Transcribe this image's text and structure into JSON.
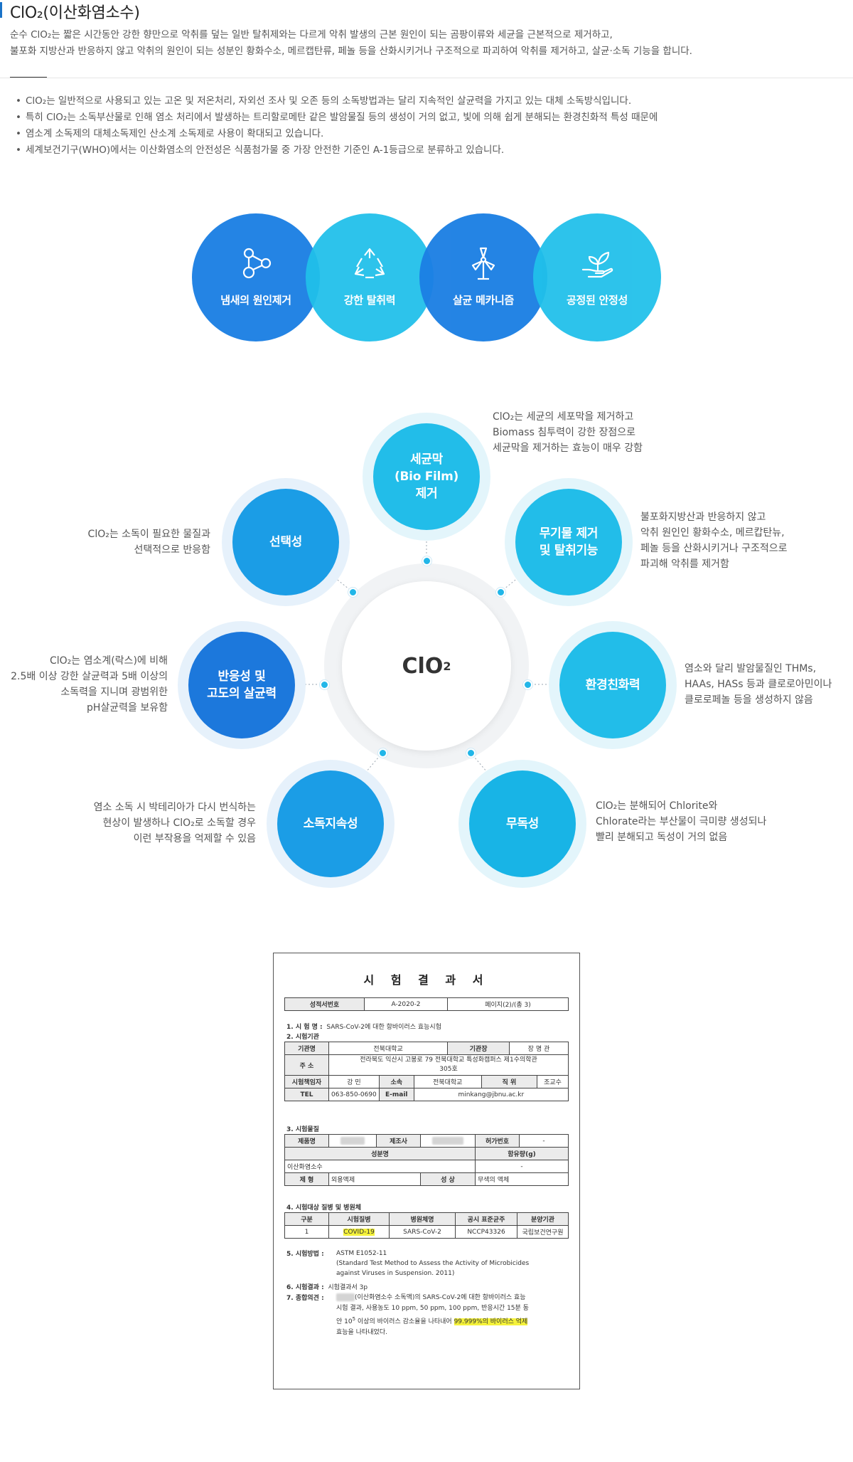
{
  "header": {
    "title": "ClO₂(이산화염소수)",
    "intro_lines": [
      "순수 ClO₂는 짧은 시간동안 강한 향만으로 악취를 덮는 일반 탈취제와는 다르게 악취 발생의 근본 원인이 되는 곰팡이류와 세균을 근본적으로 제거하고,",
      "불포화 지방산과 반응하지 않고 악취의 원인이 되는 성분인 황화수소, 메르캡탄류, 페놀 등을 산화시키거나 구조적으로 파괴하여 악취를 제거하고, 살균·소독 기능을 합니다."
    ]
  },
  "bullets": [
    "ClO₂는 일반적으로 사용되고 있는 고온 및 저온처리, 자외선 조사 및 오존 등의 소독방법과는 달리 지속적인 살균력을 가지고 있는 대체 소독방식입니다.",
    "특히 ClO₂는 소독부산물로 인해 염소 처리에서 발생하는 트리할로메탄 같은 발암물질 등의 생성이 거의 없고, 빛에 의해 쉽게 분해되는 환경친화적 특성 때문에",
    "염소계 소독제의 대체소독제인 산소계 소독제로 사용이 확대되고 있습니다.",
    "세계보건기구(WHO)에서는 이산화염소의 안전성은 식품첨가물 중 가장 안전한 기준인 A-1등급으로 분류하고 있습니다."
  ],
  "features": [
    {
      "label": "냄새의 원인제거",
      "icon": "molecule-icon"
    },
    {
      "label": "강한 탈취력",
      "icon": "recycle-icon"
    },
    {
      "label": "살균 메카니즘",
      "icon": "windmill-icon"
    },
    {
      "label": "공정된 안정성",
      "icon": "plant-hand-icon"
    }
  ],
  "diagram": {
    "center": "ClO",
    "center_sub": "2",
    "nodes": {
      "biofilm": {
        "lines": [
          "세균막",
          "(Bio Film)",
          "제거"
        ],
        "desc": [
          "ClO₂는 세균의 세포막을 제거하고",
          "Biomass 침투력이 강한 장점으로",
          "세균막을 제거하는 효능이 매우 강함"
        ]
      },
      "selective": {
        "lines": [
          "선택성"
        ],
        "desc": [
          "ClO₂는 소독이 필요한 물질과",
          "선택적으로 반응함"
        ]
      },
      "mineral": {
        "lines": [
          "무기물 제거",
          "및 탈취기능"
        ],
        "desc": [
          "불포화지방산과 반응하지 않고",
          "악취 원인인 황화수소, 메르캅탄뉴,",
          "페놀 등을 산화시키거나 구조적으로",
          "파괴해 악취를 제거함"
        ]
      },
      "reactive": {
        "lines": [
          "반응성 및",
          "고도의 살균력"
        ],
        "desc": [
          "ClO₂는 염소계(락스)에 비해",
          "2.5배 이상 강한 살균력과 5배 이상의",
          "소독력을 지니며 광범위한",
          "pH살균력을 보유함"
        ]
      },
      "eco": {
        "lines": [
          "환경친화력"
        ],
        "desc": [
          "염소와 달리 발암물질인 THMs,",
          "HAAs, HASs 등과 클로로아민이나",
          "클로로페놀 등을 생성하지 않음"
        ]
      },
      "lasting": {
        "lines": [
          "소독지속성"
        ],
        "desc": [
          "염소 소독 시 박테리아가 다시 번식하는",
          "현상이 발생하나 ClO₂로 소독할 경우",
          "이런 부작용을 억제할 수 있음"
        ]
      },
      "nontoxic": {
        "lines": [
          "무독성"
        ],
        "desc": [
          "ClO₂는 분해되어 Chlorite와",
          "Chlorate라는 부산물이 극미량 생성되나",
          "빨리 분해되고 독성이 거의 없음"
        ]
      }
    }
  },
  "report": {
    "title": "시 험 결 과 서",
    "top": {
      "label": "성적서번호",
      "number": "A-2020-2",
      "page": "페이지(2)/(총 3)"
    },
    "s1_label": "1. 시 험 명 :",
    "s1_value": "SARS-CoV-2에 대한 항바이러스 효능시험",
    "s2_label": "2. 시험기관",
    "org": {
      "name_h": "기관명",
      "name": "전북대학교",
      "head_h": "기관장",
      "head": "장 명 관",
      "addr_h": "주 소",
      "addr1": "전라북도 익산시 고봉로 79 전북대학교 특성화캠퍼스 제1수의학관",
      "addr2": "305호",
      "resp_h": "시험책임자",
      "resp": "강 민",
      "dept_h": "소속",
      "dept": "전북대학교",
      "pos_h": "직 위",
      "pos": "조교수",
      "tel_h": "TEL",
      "tel": "063-850-0690",
      "mail_h": "E-mail",
      "mail": "minkang@jbnu.ac.kr"
    },
    "s3_label": "3. 시험물질",
    "material": {
      "prod_h": "제품명",
      "maker_h": "제조사",
      "permit_h": "허가번호",
      "permit": "-",
      "comp_h": "성분명",
      "amount_h": "함유량(g)",
      "comp": "이산화염소수",
      "amount": "-",
      "form_h": "제 형",
      "form": "외용액제",
      "prop_h": "성 상",
      "prop": "무색의 액체"
    },
    "s4_label": "4. 시험대상 질병 및 병원체",
    "pathogen": {
      "headers": [
        "구분",
        "시험질병",
        "병원체명",
        "공시 표준균주",
        "분양기관"
      ],
      "row": [
        "1",
        "COVID-19",
        "SARS-CoV-2",
        "NCCP43326",
        "국립보건연구원"
      ]
    },
    "s5_label": "5. 시험방법 :",
    "s5_lines": [
      "ASTM E1052-11",
      "(Standard  Test  Method  to  Assess  the  Activity  of  Microbicides",
      "against Viruses in Suspension. 2011)"
    ],
    "s6_label": "6. 시험결과 :",
    "s6_value": "시험결과서 3p",
    "s7_label": "7. 종합의견 :",
    "s7_line1": "(이산화염소수 소독액)의 SARS-CoV-2에 대한 항바이러스 효능",
    "s7_line2": "시험 결과, 사용농도 10 ppm, 50 ppm, 100 ppm, 반응시간 15분 동",
    "s7_line3a": "안 10",
    "s7_line3sup": "5",
    "s7_line3b": " 이상의 바이러스 감소율을 나타내어 ",
    "s7_line3hl": "99.999%의 바이러스 억제",
    "s7_line4": "효능을 나타내었다."
  }
}
